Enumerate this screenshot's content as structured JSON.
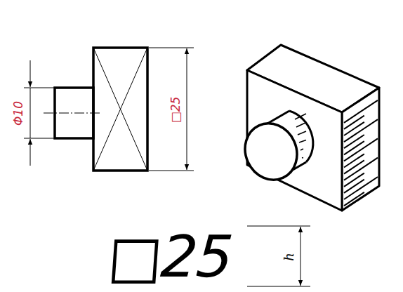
{
  "diagram": {
    "labels": [
      "Φ10",
      "□25",
      "□25",
      "h"
    ]
  }
}
